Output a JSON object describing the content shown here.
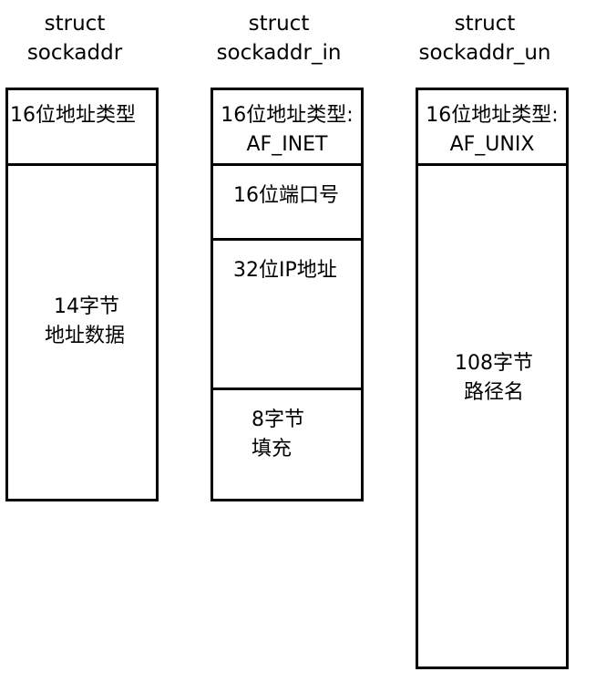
{
  "structs": [
    {
      "title_line1": "struct",
      "title_line2": "sockaddr",
      "fields": [
        {
          "line1": "16位地址类型",
          "line2": ""
        },
        {
          "line1": "14字节",
          "line2": "地址数据"
        }
      ]
    },
    {
      "title_line1": "struct",
      "title_line2": "sockaddr_in",
      "fields": [
        {
          "line1": "16位地址类型:",
          "line2": "AF_INET"
        },
        {
          "line1": "16位端口号",
          "line2": ""
        },
        {
          "line1": "32位IP地址",
          "line2": ""
        },
        {
          "line1": "8字节",
          "line2": "填充"
        }
      ]
    },
    {
      "title_line1": "struct",
      "title_line2": "sockaddr_un",
      "fields": [
        {
          "line1": "16位地址类型:",
          "line2": "AF_UNIX"
        },
        {
          "line1": "108字节",
          "line2": "路径名"
        }
      ]
    }
  ]
}
